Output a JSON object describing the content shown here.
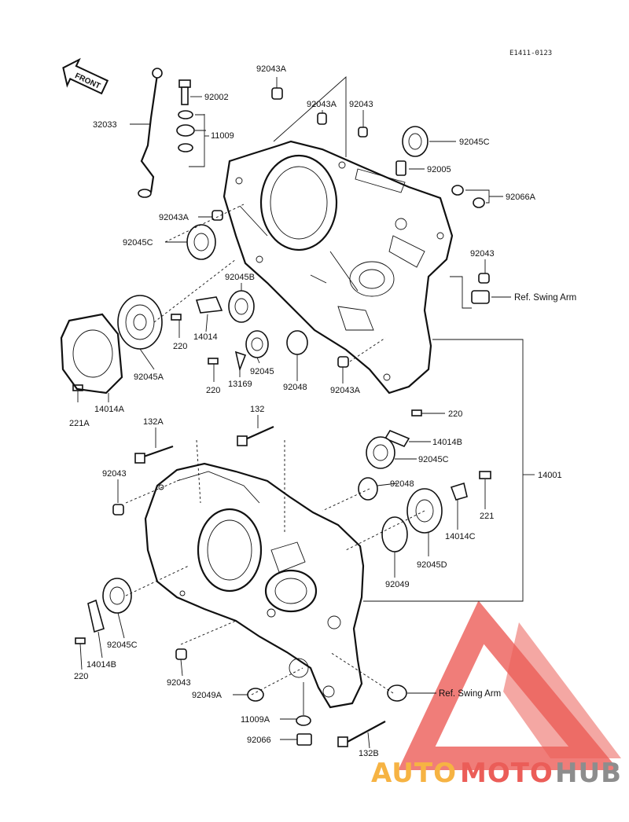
{
  "diagram_code": "E1411-0123",
  "front_marker": "FRONT",
  "parts": {
    "p92043A_top": "92043A",
    "p92002": "92002",
    "p92043A_mid": "92043A",
    "p92043_top": "92043",
    "p32033": "32033",
    "p11009": "11009",
    "p92045C_top": "92045C",
    "p92005": "92005",
    "p92066A": "92066A",
    "p92043A_left": "92043A",
    "p92045C_left": "92045C",
    "p92043_right": "92043",
    "ref_swing_arm_top": "Ref. Swing Arm",
    "p92045B": "92045B",
    "p14014": "14014",
    "p220_a": "220",
    "p92045A": "92045A",
    "p92045": "92045",
    "p92048_upper": "92048",
    "p92043A_low": "92043A",
    "p220_b": "220",
    "p13169": "13169",
    "p14014A": "14014A",
    "p221A": "221A",
    "p132": "132",
    "p132A": "132A",
    "p220_c": "220",
    "p14014B_top": "14014B",
    "p92045C_mid": "92045C",
    "p14001": "14001",
    "p92043_left": "92043",
    "p92048_lower": "92048",
    "p221": "221",
    "p14014C": "14014C",
    "p92049": "92049",
    "p92045D": "92045D",
    "p92045C_bottom": "92045C",
    "p14014B_bottom": "14014B",
    "p220_d": "220",
    "p92043_bottom": "92043",
    "p92049A": "92049A",
    "ref_swing_arm_bottom": "Ref. Swing Arm",
    "p11009A": "11009A",
    "p92066": "92066",
    "p132B": "132B"
  },
  "watermark": {
    "brand_auto": "AUTO",
    "brand_moto": "MOTO",
    "brand_hub": "HUB",
    "color_red": "#e8413b",
    "color_orange": "#f5a623",
    "color_gray": "#7a7a7a"
  }
}
